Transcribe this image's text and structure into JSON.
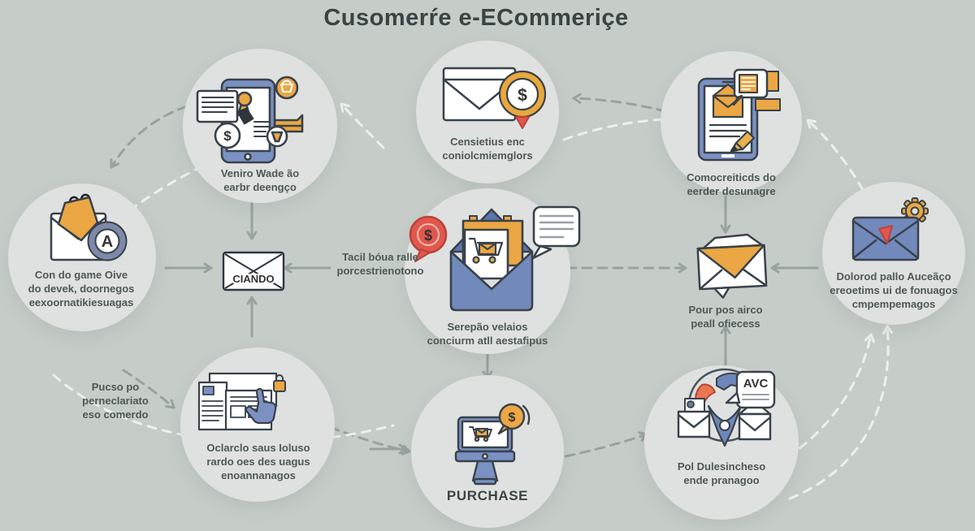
{
  "title": "Cusomerŕe e-ECommeriçe",
  "nodes": {
    "top_left": {
      "lines": [
        "Veniro Wade ão",
        "earbr deengço"
      ]
    },
    "top_center": {
      "lines": [
        "Censietius enc",
        "coniolcmiemglors"
      ]
    },
    "top_right": {
      "lines": [
        "Comocreiticds do",
        "eerder desunagre"
      ]
    },
    "left": {
      "lines": [
        "Con do game Oive",
        "do devek, doornegos",
        "eexoornatikiesuagas"
      ]
    },
    "center": {
      "lines": [
        "Serepão velaios",
        "conciurm atll aestafipus"
      ]
    },
    "right_envelope": {
      "lines": [
        "Pour pos airco",
        "peall ofiecess"
      ]
    },
    "far_right": {
      "lines": [
        "Dolorod pallo Auceãço",
        "ereoetims ui de fonuagos",
        "cmpempemagos"
      ]
    },
    "bottom_left": {
      "lines": [
        "Oclarclo saus Ioluso",
        "rardo oes des uagus",
        "enoannanagos"
      ]
    },
    "bottom_center": {
      "lines": [
        "PURCHASE"
      ]
    },
    "bottom_right": {
      "lines": [
        "Pol Dulesincheso",
        "ende pranagoo"
      ]
    }
  },
  "notes": {
    "mid_left": {
      "lines": [
        "Tacil bóua ralle",
        "porcestrienotono"
      ]
    },
    "lower_left": {
      "lines": [
        "Pucso po",
        "perneclariato",
        "eso comerdo"
      ]
    }
  },
  "glyphs": {
    "ciando": "CIANDO",
    "avc": "AVC",
    "dollar": "$",
    "letter_a": "A"
  },
  "colors": {
    "background": "#c6cdc9",
    "node_circle": "#dee1df",
    "outline": "#39424a",
    "accent_orange": "#eba743",
    "accent_blue": "#7289bc",
    "accent_dark_blue": "#5b76af",
    "accent_red": "#e2574c",
    "arrow_gray": "#98a3a0",
    "arrow_white": "#edf0ee",
    "text": "#4e5855"
  }
}
